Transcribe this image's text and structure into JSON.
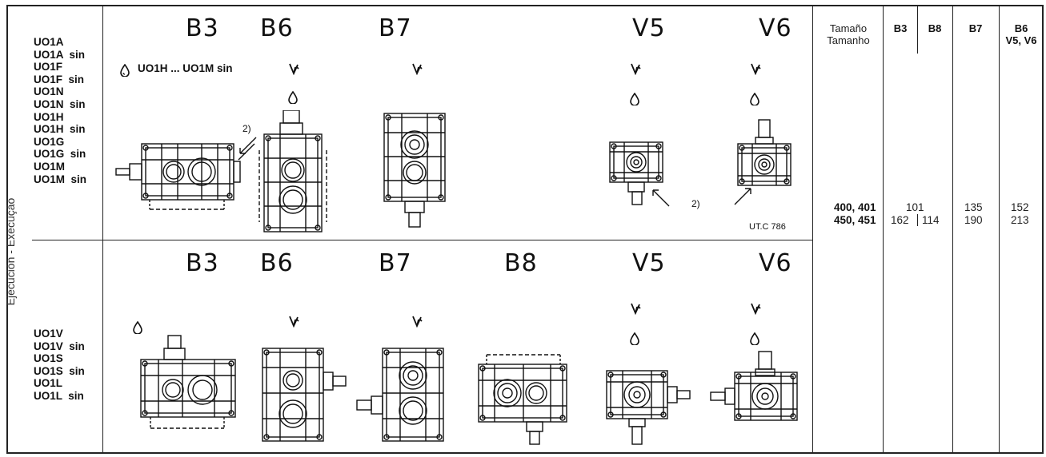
{
  "side_label": "Ejecución - Execução",
  "top_codes": [
    "UO1A",
    "UO1A  sin",
    "UO1F",
    "UO1F  sin",
    "UO1N",
    "UO1N  sin",
    "UO1H",
    "UO1H  sin",
    "UO1G",
    "UO1G  sin",
    "UO1M",
    "UO1M  sin"
  ],
  "bottom_codes": [
    "UO1V",
    "UO1V  sin",
    "UO1S",
    "UO1S  sin",
    "UO1L",
    "UO1L  sin"
  ],
  "top_positions": [
    "B3",
    "B6",
    "B7",
    "V5",
    "V6"
  ],
  "bottom_positions": [
    "B3",
    "B6",
    "B7",
    "B8",
    "V5",
    "V6"
  ],
  "drop_note": "UO1H ... UO1M sin",
  "note_ref": "2)",
  "drawing_ref": "UT.C 786",
  "table": {
    "headers": [
      "Tamaño\nTamanho",
      "B3",
      "B8",
      "B7",
      "B6\nV5, V6"
    ],
    "sizes": [
      "400, 401",
      "450, 451"
    ],
    "b3_b8_merged": "101",
    "b3_row2": "162",
    "b8_row2": "114",
    "b7": [
      "135",
      "190"
    ],
    "b6v5v6": [
      "152",
      "213"
    ]
  },
  "icons": [
    "oil-drop-icon",
    "breather-valve-icon"
  ]
}
